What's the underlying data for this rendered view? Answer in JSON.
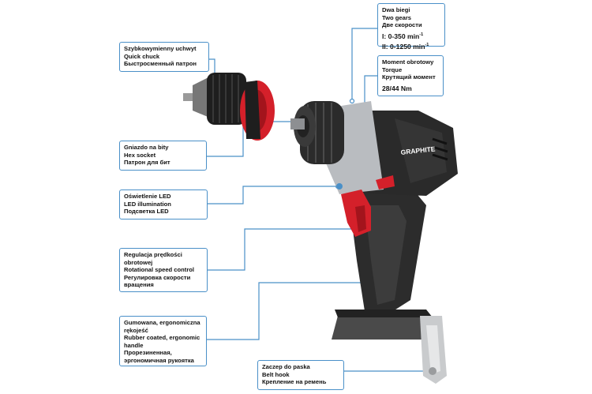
{
  "callouts": {
    "gears": {
      "pl": "Dwa biegi",
      "en": "Two gears",
      "ru": "Две скорости",
      "v1": "I: 0-350 min",
      "v2": "II: 0-1250 min",
      "sup": "-1"
    },
    "torque": {
      "pl": "Moment obrotowy",
      "en": "Torque",
      "ru": "Крутящий момент",
      "value": "28/44 Nm"
    },
    "chuck": {
      "pl": "Szybkowymienny uchwyt",
      "en": "Quick chuck",
      "ru": "Быстросменный патрон"
    },
    "hex": {
      "pl": "Gniazdo na bity",
      "en": "Hex socket",
      "ru": "Патрон для бит"
    },
    "led": {
      "pl": "Oświetlenie LED",
      "en": "LED illumination",
      "ru": "Подсветка LED"
    },
    "speed": {
      "pl": "Regulacja prędkości obrotowej",
      "en": "Rotational speed control",
      "ru": "Регулировка скорости вращения"
    },
    "grip": {
      "pl": "Gumowana, ergonomiczna rękojeść",
      "en": "Rubber coated, ergonomic handle",
      "ru": "Прорезиненная, эргономичная рукоятка"
    },
    "hook": {
      "pl": "Zaczep do paska",
      "en": "Belt hook",
      "ru": "Крепление на ремень"
    }
  },
  "product": {
    "brand": "GRAPHITE"
  },
  "colors": {
    "line": "#4a90c8",
    "accent": "#d4202a",
    "body": "#2a2a2a"
  }
}
